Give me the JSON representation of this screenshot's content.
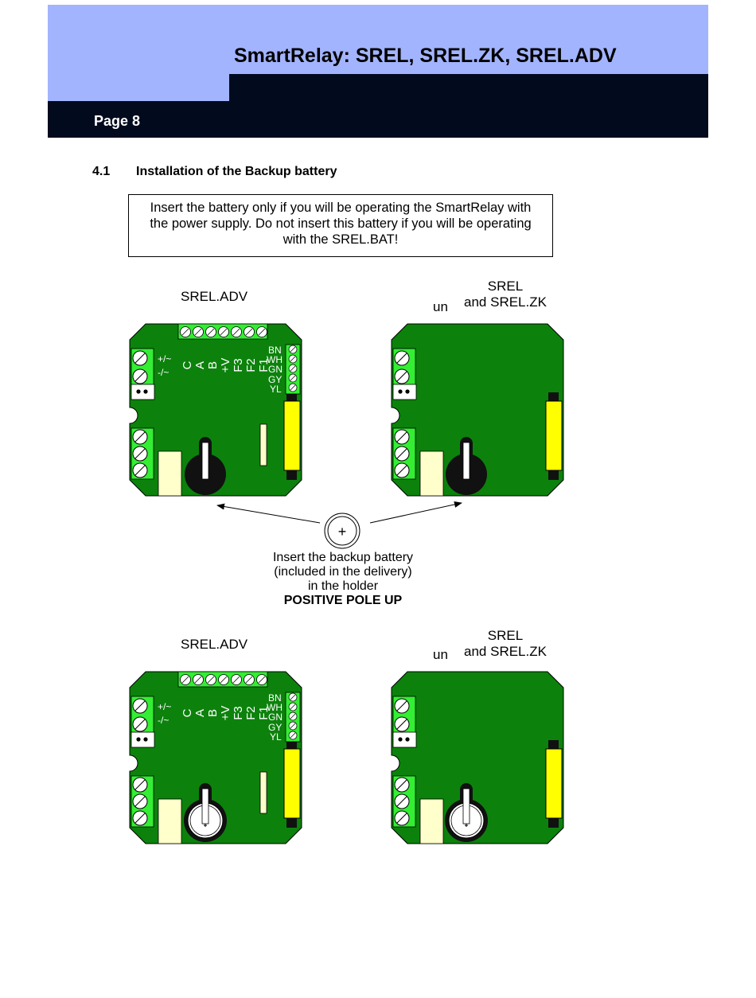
{
  "header": {
    "title": "SmartRelay: SREL, SREL.ZK, SREL.ADV",
    "page": "Page 8",
    "colors": {
      "band": "#a3b4fe",
      "dark": "#020a1e"
    }
  },
  "section": {
    "number": "4.1",
    "title": "Installation of the Backup battery"
  },
  "note": {
    "lines": [
      "Insert the battery only if you will be operating the SmartRelay with",
      "the power supply. Do not insert this battery if you will be operating",
      "with the SREL.BAT!"
    ]
  },
  "diagram": {
    "board_color": "#0c820c",
    "terminal_color": "#33ee33",
    "capacitor_color": "#ffff00",
    "label_adv": "SREL.ADV",
    "label_un": "un",
    "label_srel_line1": "SREL",
    "label_srel_line2": "and SREL.ZK",
    "left_terminals": [
      "+/~",
      "-/~"
    ],
    "top_terminals": [
      "C",
      "A",
      "B",
      "+V",
      "F3",
      "F2",
      "F1"
    ],
    "wire_colors": [
      "BN",
      "WH",
      "GN",
      "GY",
      "YL"
    ],
    "battery_symbol": "+",
    "instruction": {
      "line1": "Insert the backup battery",
      "line2": "(included in the delivery)",
      "line3": "in the holder",
      "line4": "POSITIVE POLE UP"
    }
  }
}
